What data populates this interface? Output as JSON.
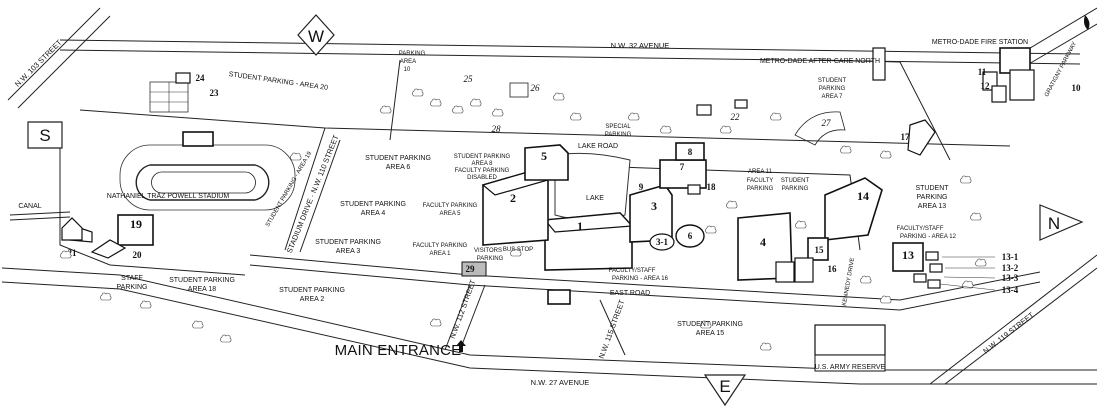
{
  "compass": {
    "west": "W",
    "south": "S",
    "north": "N",
    "east": "E"
  },
  "streets": {
    "nw_32_avenue": "N.W. 32 AVENUE",
    "nw_27_avenue": "N.W. 27 AVENUE",
    "nw_103_street": "N.W. 103 STREET",
    "nw_119_street": "N.W. 119 STREET",
    "nw_112_street": "N.W. 112 STREET",
    "nw_115_street": "N.W. 115 STREET",
    "stadium_drive": "STADIUM DRIVE · N.W. 110 STREET",
    "lake_road": "LAKE ROAD",
    "east_road": "EAST ROAD",
    "kennedy_drive": "KENNEDY DRIVE",
    "gratigny_parkway": "GRATIGNY PARKWAY",
    "canal": "CANAL"
  },
  "landmarks": {
    "fire_station": "METRO-DADE FIRE STATION",
    "after_care": "METRO-DADE AFTER-CARE NORTH",
    "stadium": "NATHANIEL TRAZ POWELL STADIUM",
    "lake": "LAKE",
    "army_reserve": "U.S. ARMY RESERVE",
    "bus_stop": "BUS STOP",
    "main_entrance": "MAIN ENTRANCE"
  },
  "parking": {
    "area_20": "STUDENT PARKING - AREA 20",
    "area_19": "STUDENT PARKING - AREA 19",
    "area_10_l1": "PARKING",
    "area_10_l2": "AREA",
    "area_10_l3": "10",
    "area_7_l1": "STUDENT",
    "area_7_l2": "PARKING",
    "area_7_l3": "AREA 7",
    "special_l1": "SPECIAL",
    "special_l2": "PARKING",
    "area_6_l1": "STUDENT PARKING",
    "area_6_l2": "AREA 6",
    "area_8_l1": "STUDENT PARKING",
    "area_8_l2": "AREA 8",
    "area_8_l3": "FACULTY PARKING",
    "area_8_l4": "DISABLED",
    "area_4_l1": "STUDENT PARKING",
    "area_4_l2": "AREA 4",
    "area_5_l1": "FACULTY PARKING",
    "area_5_l2": "AREA 5",
    "area_3_l1": "STUDENT PARKING",
    "area_3_l2": "AREA 3",
    "area_1_l1": "FACULTY PARKING",
    "area_1_l2": "AREA 1",
    "visitors_l1": "VISITORS",
    "visitors_l2": "PARKING",
    "area_11": "AREA 11",
    "area_11_fac_l1": "FACULTY",
    "area_11_fac_l2": "PARKING",
    "area_11_stu_l1": "STUDENT",
    "area_11_stu_l2": "PARKING",
    "area_16_l1": "FACULTY/STAFF",
    "area_16_l2": "PARKING - AREA 16",
    "area_13_l1": "STUDENT",
    "area_13_l2": "PARKING",
    "area_13_l3": "AREA 13",
    "area_12_l1": "FACULTY/STAFF",
    "area_12_l2": "PARKING - AREA 12",
    "staff_l1": "STAFF",
    "staff_l2": "PARKING",
    "area_18_l1": "STUDENT PARKING",
    "area_18_l2": "AREA 18",
    "area_2_l1": "STUDENT PARKING",
    "area_2_l2": "AREA 2",
    "area_15_l1": "STUDENT PARKING",
    "area_15_l2": "AREA 15"
  },
  "buildings": {
    "b1": "1",
    "b2": "2",
    "b3": "3",
    "b4": "4",
    "b5": "5",
    "b6": "6",
    "b7": "7",
    "b8": "8",
    "b9": "9",
    "b10": "10",
    "b11": "11",
    "b12": "12",
    "b13": "13",
    "b14": "14",
    "b15": "15",
    "b16": "16",
    "b17": "17",
    "b18": "18",
    "b19": "19",
    "b20": "20",
    "b21": "21",
    "b22": "22",
    "b23": "23",
    "b24": "24",
    "b25": "25",
    "b26": "26",
    "b27": "27",
    "b28": "28",
    "b29": "29",
    "b31": "3-1",
    "b13_1": "13-1",
    "b13_2": "13-2",
    "b13_3": "13-3",
    "b13_4": "13-4"
  }
}
